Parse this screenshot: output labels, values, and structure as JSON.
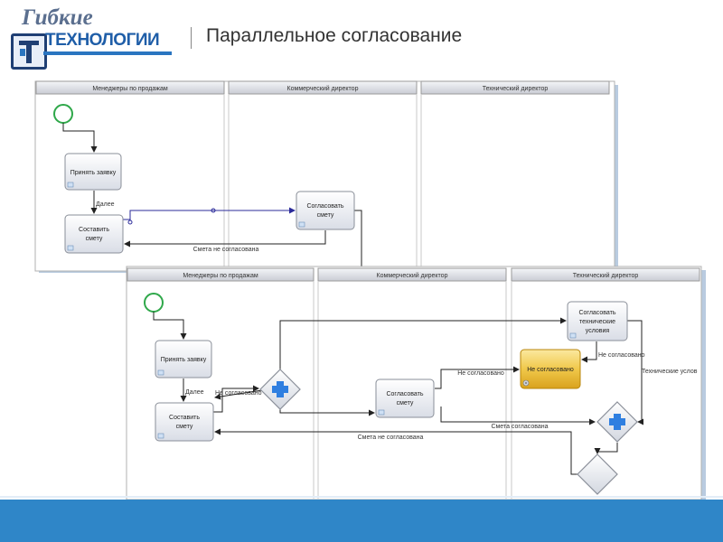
{
  "header": {
    "logo_top": "Гибкие",
    "logo_bottom": "ТЕХНОЛОГИИ",
    "title": "Параллельное согласование"
  },
  "diagram_top": {
    "lanes": [
      "Менеджеры по продажам",
      "Коммерческий директор",
      "Технический директор"
    ],
    "tasks": {
      "accept": [
        "Принять заявку"
      ],
      "compose": [
        "Составить",
        "смету"
      ],
      "approve": [
        "Согласовать",
        "смету"
      ]
    },
    "labels": {
      "next": "Далее",
      "not_approved": "Смета не согласована"
    }
  },
  "diagram_bottom": {
    "lanes": [
      "Менеджеры по продажам",
      "Коммерческий директор",
      "Технический директор"
    ],
    "tasks": {
      "accept": [
        "Принять заявку"
      ],
      "compose": [
        "Составить",
        "смету"
      ],
      "approve_estimate": [
        "Согласовать",
        "смету"
      ],
      "approve_tech": [
        "Согласовать",
        "технические",
        "условия"
      ],
      "not_approved": [
        "Не согласовано"
      ]
    },
    "labels": {
      "next": "Далее",
      "not_approved_gw": "Не согласовано",
      "not_approved_mid": "Не согласовано",
      "not_approved_right": "Не согласовано",
      "tech_conditions": "Технические услов",
      "estimate_approved": "Смета согласована",
      "estimate_not_approved": "Смета не согласована"
    }
  }
}
